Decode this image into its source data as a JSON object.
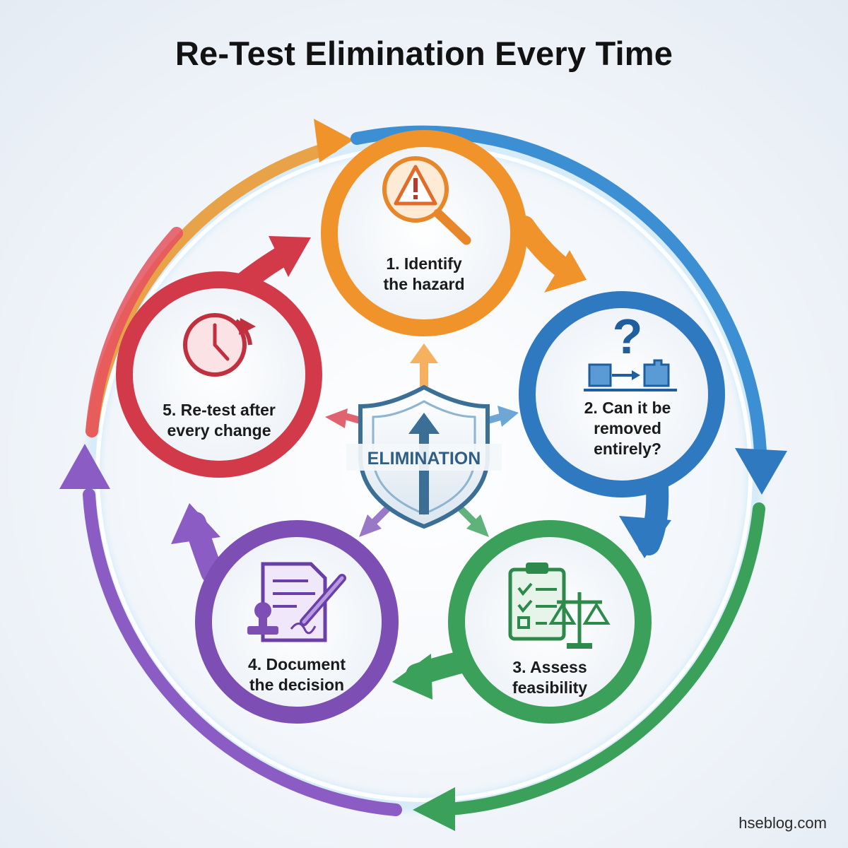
{
  "title": "Re-Test Elimination Every Time",
  "center": {
    "label": "ELIMINATION"
  },
  "steps": [
    {
      "line1": "1. Identify",
      "line2": "the hazard",
      "line3": "",
      "icon": "warning-magnifier-icon",
      "color": "#f0932a"
    },
    {
      "line1": "2. Can it be",
      "line2": "removed",
      "line3": "entirely?",
      "icon": "question-remove-icon",
      "color": "#2f79c1"
    },
    {
      "line1": "3. Assess",
      "line2": "feasibility",
      "line3": "",
      "icon": "clipboard-scale-icon",
      "color": "#3aa05a"
    },
    {
      "line1": "4. Document",
      "line2": "the decision",
      "line3": "",
      "icon": "document-stamp-pen-icon",
      "color": "#7d4fb5"
    },
    {
      "line1": "5. Re-test after",
      "line2": "every change",
      "line3": "",
      "icon": "clock-retest-icon",
      "color": "#d23a4a"
    }
  ],
  "watermark": "hseblog.com"
}
